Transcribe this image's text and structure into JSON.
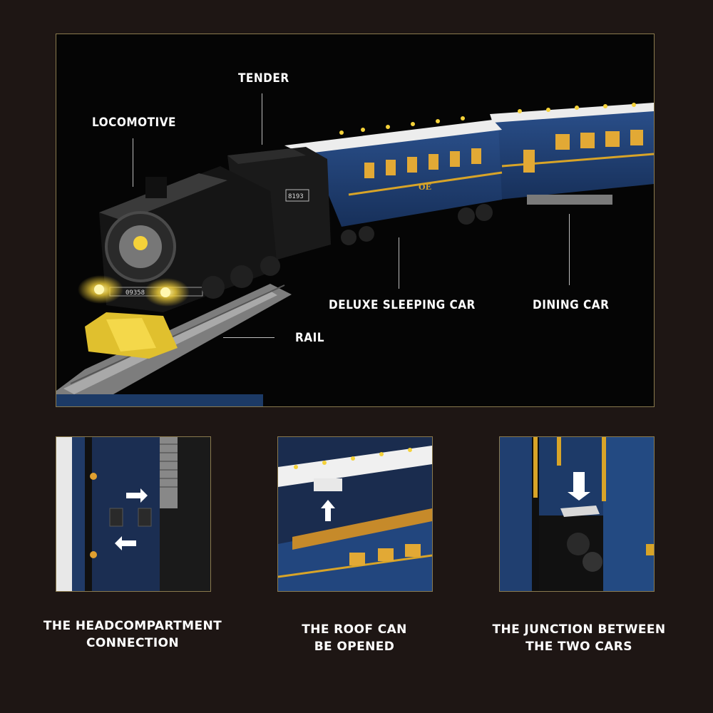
{
  "hero": {
    "labels": {
      "tender": "TENDER",
      "locomotive": "LOCOMOTIVE",
      "deluxe_sleeping_car": "DELUXE SLEEPING CAR",
      "dining_car": "DINING CAR",
      "rail": "RAIL"
    },
    "locomotive_plate": "09358",
    "tender_number": "8193",
    "car_marking": "OE"
  },
  "features": [
    {
      "caption_line1": "THE HEADCOMPARTMENT",
      "caption_line2": "CONNECTION"
    },
    {
      "caption_line1": "THE ROOF CAN",
      "caption_line2": "BE OPENED"
    },
    {
      "caption_line1": "THE JUNCTION BETWEEN",
      "caption_line2": "THE TWO CARS"
    }
  ],
  "colors": {
    "background": "#1e1614",
    "frame_border": "#8a7a4e",
    "car_blue": "#1f3f73",
    "gold_stripe": "#d8a428",
    "lamp_yellow": "#f5d23a",
    "label_text": "#ffffff"
  }
}
